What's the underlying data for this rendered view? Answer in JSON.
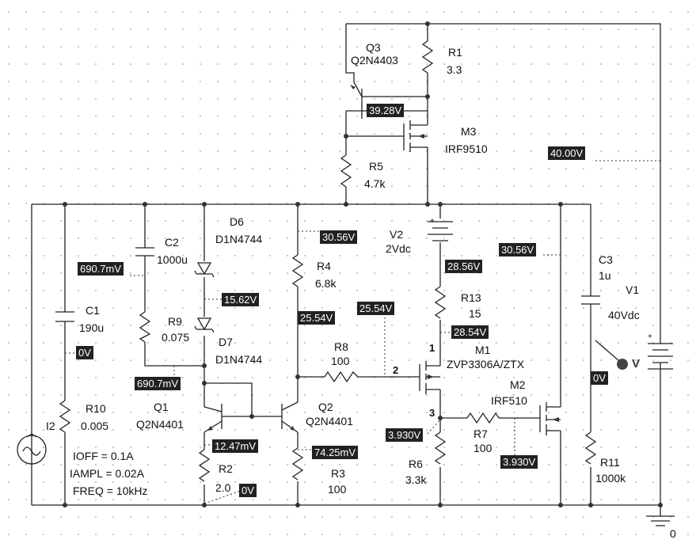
{
  "components": {
    "q3": {
      "ref": "Q3",
      "part": "Q2N4403"
    },
    "r1": {
      "ref": "R1",
      "value": "3.3"
    },
    "m3": {
      "ref": "M3",
      "part": "IRF9510"
    },
    "r5": {
      "ref": "R5",
      "value": "4.7k"
    },
    "d6": {
      "ref": "D6",
      "part": "D1N4744"
    },
    "d7": {
      "ref": "D7",
      "part": "D1N4744"
    },
    "c2": {
      "ref": "C2",
      "value": "1000u"
    },
    "c1": {
      "ref": "C1",
      "value": "190u"
    },
    "r9": {
      "ref": "R9",
      "value": "0.075"
    },
    "r4": {
      "ref": "R4",
      "value": "6.8k"
    },
    "v2": {
      "ref": "V2",
      "value": "2Vdc"
    },
    "r13": {
      "ref": "R13",
      "value": "15"
    },
    "m1": {
      "ref": "M1",
      "part": "ZVP3306A/ZTX"
    },
    "r8": {
      "ref": "R8",
      "value": "100"
    },
    "c3": {
      "ref": "C3",
      "value": "1u"
    },
    "v1": {
      "ref": "V1",
      "value": "40Vdc"
    },
    "r10": {
      "ref": "R10",
      "value": "0.005"
    },
    "i2": {
      "ref": "I2",
      "ioff": "IOFF = 0.1A",
      "iampl": "IAMPL = 0.02A",
      "freq": "FREQ = 10kHz"
    },
    "q1": {
      "ref": "Q1",
      "part": "Q2N4401"
    },
    "q2": {
      "ref": "Q2",
      "part": "Q2N4401"
    },
    "m2": {
      "ref": "M2",
      "part": "IRF510"
    },
    "r7": {
      "ref": "R7",
      "value": "100"
    },
    "r2": {
      "ref": "R2",
      "value": "2.0"
    },
    "r3": {
      "ref": "R3",
      "value": "100"
    },
    "r6": {
      "ref": "R6",
      "value": "3.3k"
    },
    "r11": {
      "ref": "R11",
      "value": "1000k"
    },
    "gnd": {
      "label": "0"
    }
  },
  "pins": {
    "m1_drain": "1",
    "m1_gate": "2",
    "m1_source": "3"
  },
  "voltage_markers": {
    "q3_base": "39.28V",
    "v_supply": "40.00V",
    "c2_top": "690.7mV",
    "d6_d7_mid": "15.62V",
    "r4_top": "30.56V",
    "q2_collector": "25.54V",
    "m1_gate": "25.54V",
    "v2_minus": "28.56V",
    "m1_drain": "28.54V",
    "m2_drain": "30.56V",
    "c1_mid": "0V",
    "q1_base": "690.7mV",
    "q1_emitter": "12.47mV",
    "q2_emitter": "74.25mV",
    "r2_bottom": "0V",
    "m1_source": "3.930V",
    "m2_gate": "3.930V",
    "c3_bottom": "0V"
  },
  "probe": {
    "label": "V"
  }
}
